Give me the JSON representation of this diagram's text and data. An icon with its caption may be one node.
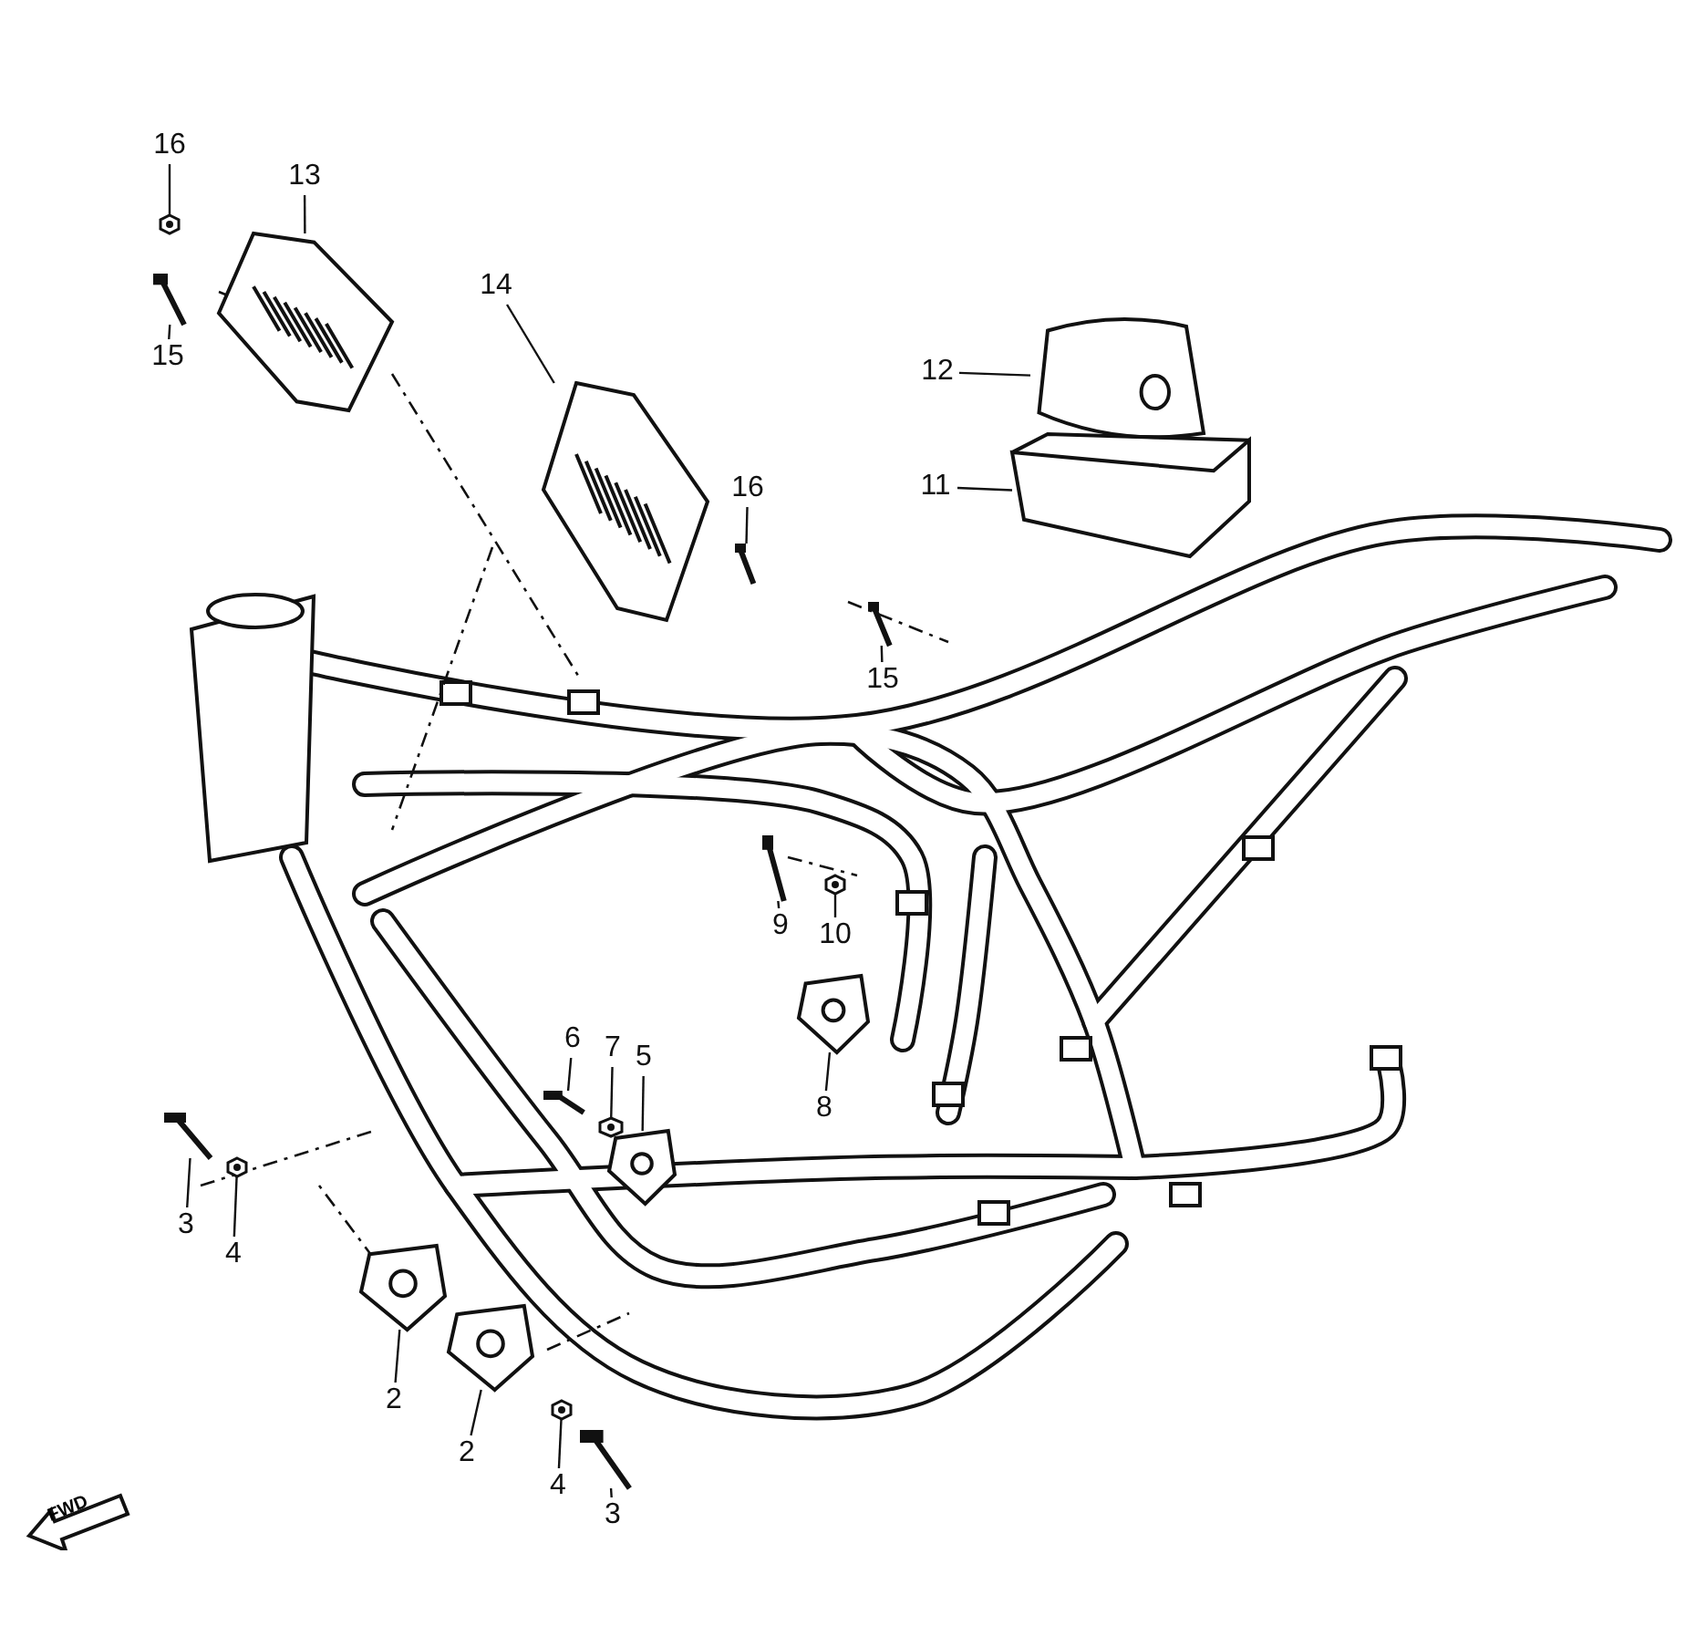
{
  "diagram": {
    "nodes": [
      {
        "text": [
          "16"
        ]
      },
      {
        "text": [
          "13"
        ]
      },
      {
        "text": [
          "15"
        ]
      },
      {
        "text": [
          "14"
        ]
      },
      {
        "text": [
          "16"
        ]
      },
      {
        "text": [
          "12"
        ]
      },
      {
        "text": [
          "11"
        ]
      },
      {
        "text": [
          "15"
        ]
      },
      {
        "text": [
          "9"
        ]
      },
      {
        "text": [
          "10"
        ]
      },
      {
        "text": [
          "6"
        ]
      },
      {
        "text": [
          "7"
        ]
      },
      {
        "text": [
          "5"
        ]
      },
      {
        "text": [
          "8"
        ]
      },
      {
        "text": [
          "3"
        ]
      },
      {
        "text": [
          "4"
        ]
      },
      {
        "text": [
          "2"
        ]
      },
      {
        "text": [
          "2"
        ]
      },
      {
        "text": [
          "4"
        ]
      },
      {
        "text": [
          "3"
        ]
      },
      {
        "text": [],
        "shape": "nut"
      },
      {
        "text": [],
        "shape": "cover"
      },
      {
        "text": [],
        "shape": "bolt"
      },
      {
        "text": [],
        "shape": "cover"
      },
      {
        "text": [],
        "shape": "bolt"
      },
      {
        "text": [],
        "shape": "pad"
      },
      {
        "text": [],
        "shape": "tray"
      },
      {
        "text": [],
        "shape": "bolt"
      },
      {
        "text": [],
        "shape": "bolt"
      },
      {
        "text": [],
        "shape": "nut"
      },
      {
        "text": [],
        "shape": "bolt"
      },
      {
        "text": [],
        "shape": "nut"
      },
      {
        "text": [],
        "shape": "plate"
      },
      {
        "text": [],
        "shape": "plate"
      },
      {
        "text": [],
        "shape": "bolt"
      },
      {
        "text": [],
        "shape": "nut"
      },
      {
        "text": [],
        "shape": "plate"
      },
      {
        "text": [],
        "shape": "plate"
      },
      {
        "text": [],
        "shape": "nut"
      },
      {
        "text": [],
        "shape": "bolt"
      }
    ],
    "edges": [
      {
        "from": 0,
        "to": 20,
        "arrow": "none"
      },
      {
        "from": 1,
        "to": 21,
        "arrow": "none"
      },
      {
        "from": 2,
        "to": 22,
        "arrow": "none"
      },
      {
        "from": 3,
        "to": 23,
        "arrow": "none"
      },
      {
        "from": 4,
        "to": 24,
        "arrow": "none"
      },
      {
        "from": 5,
        "to": 25,
        "arrow": "none"
      },
      {
        "from": 6,
        "to": 26,
        "arrow": "none"
      },
      {
        "from": 7,
        "to": 27,
        "arrow": "none"
      },
      {
        "from": 8,
        "to": 28,
        "arrow": "none"
      },
      {
        "from": 9,
        "to": 29,
        "arrow": "none"
      },
      {
        "from": 10,
        "to": 30,
        "arrow": "none"
      },
      {
        "from": 11,
        "to": 31,
        "arrow": "none"
      },
      {
        "from": 12,
        "to": 32,
        "arrow": "none"
      },
      {
        "from": 13,
        "to": 33,
        "arrow": "none"
      },
      {
        "from": 14,
        "to": 34,
        "arrow": "none"
      },
      {
        "from": 15,
        "to": 35,
        "arrow": "none"
      },
      {
        "from": 16,
        "to": 36,
        "arrow": "none"
      },
      {
        "from": 17,
        "to": 37,
        "arrow": "none"
      },
      {
        "from": 18,
        "to": 38,
        "arrow": "none"
      },
      {
        "from": 19,
        "to": 39,
        "arrow": "none"
      }
    ],
    "labels": [
      "FWD"
    ]
  }
}
